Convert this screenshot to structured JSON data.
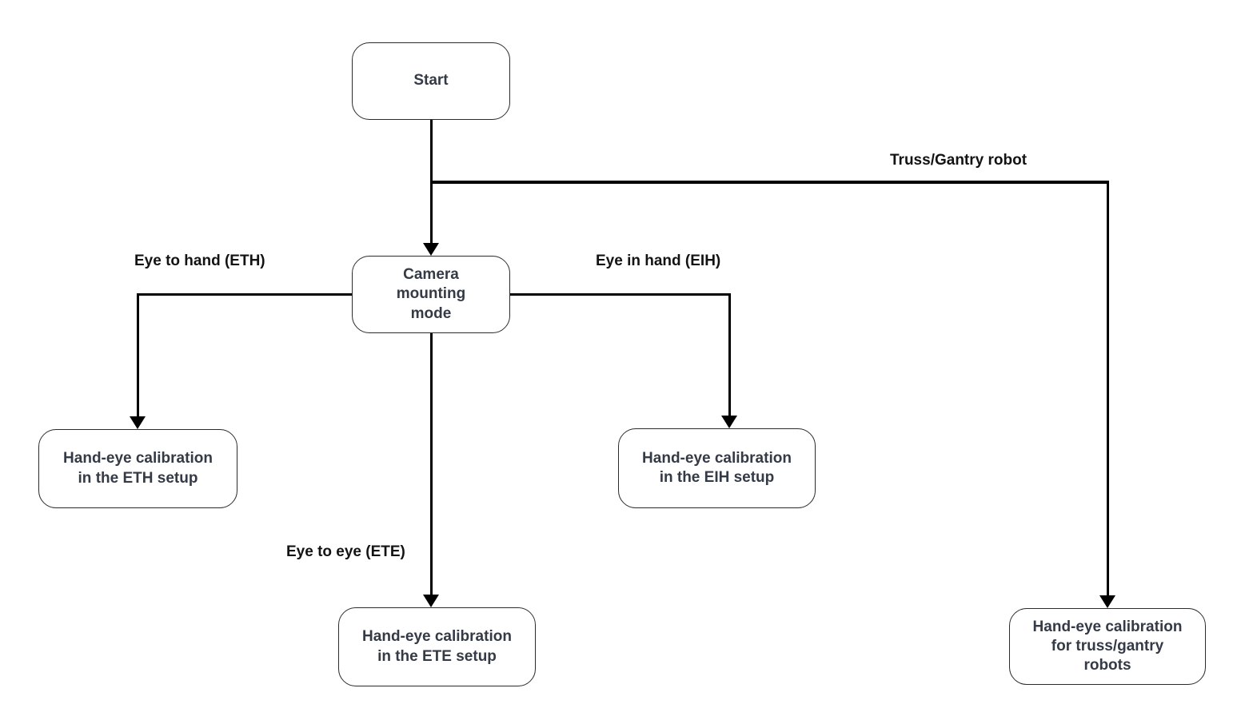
{
  "diagram": {
    "type": "flowchart",
    "nodes": {
      "start": {
        "label": "Start"
      },
      "camera_mounting_mode": {
        "label": "Camera\nmounting\nmode"
      },
      "eth_setup": {
        "label": "Hand-eye calibration\nin the ETH setup"
      },
      "eih_setup": {
        "label": "Hand-eye calibration\nin the EIH setup"
      },
      "ete_setup": {
        "label": "Hand-eye calibration\nin the ETE setup"
      },
      "truss_gantry": {
        "label": "Hand-eye calibration\nfor truss/gantry\nrobots"
      }
    },
    "edge_labels": {
      "eth": "Eye to hand (ETH)",
      "eih": "Eye in hand (EIH)",
      "ete": "Eye to eye (ETE)",
      "truss": "Truss/Gantry robot"
    },
    "edges": [
      {
        "from": "start",
        "to": "camera_mounting_mode",
        "label": ""
      },
      {
        "from": "start",
        "to": "truss_gantry",
        "label": "Truss/Gantry robot"
      },
      {
        "from": "camera_mounting_mode",
        "to": "eth_setup",
        "label": "Eye to hand (ETH)"
      },
      {
        "from": "camera_mounting_mode",
        "to": "eih_setup",
        "label": "Eye in hand (EIH)"
      },
      {
        "from": "camera_mounting_mode",
        "to": "ete_setup",
        "label": "Eye to eye (ETE)"
      }
    ],
    "colors": {
      "background": "#ffffff",
      "node_border": "#2b2b2b",
      "node_text": "#343a46",
      "edge_line": "#000000",
      "edge_label_text": "#131313"
    }
  }
}
